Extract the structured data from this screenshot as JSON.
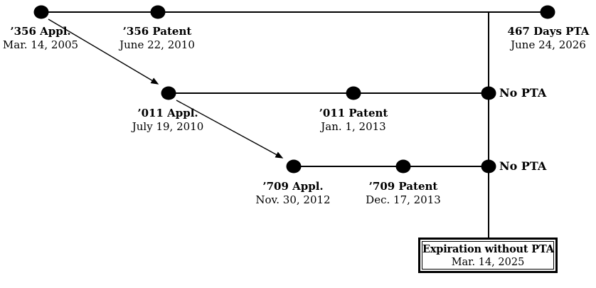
{
  "colors": {
    "ink": "#000000",
    "background": "#ffffff"
  },
  "timeline": {
    "row_356": {
      "appl": {
        "label": "’356 Appl.",
        "date": "Mar. 14, 2005"
      },
      "patent": {
        "label": "’356 Patent",
        "date": "June 22, 2010"
      },
      "pta": {
        "label": "467 Days PTA",
        "date": "June 24, 2026"
      }
    },
    "row_011": {
      "appl": {
        "label": "’011 Appl.",
        "date": "July 19, 2010"
      },
      "patent": {
        "label": "’011 Patent",
        "date": "Jan. 1, 2013"
      },
      "pta": {
        "label": "No PTA"
      }
    },
    "row_709": {
      "appl": {
        "label": "’709 Appl.",
        "date": "Nov. 30, 2012"
      },
      "patent": {
        "label": "’709 Patent",
        "date": "Dec. 17, 2013"
      },
      "pta": {
        "label": "No PTA"
      }
    },
    "expiration": {
      "label": "Expiration without PTA",
      "date": "Mar. 14, 2025"
    }
  }
}
